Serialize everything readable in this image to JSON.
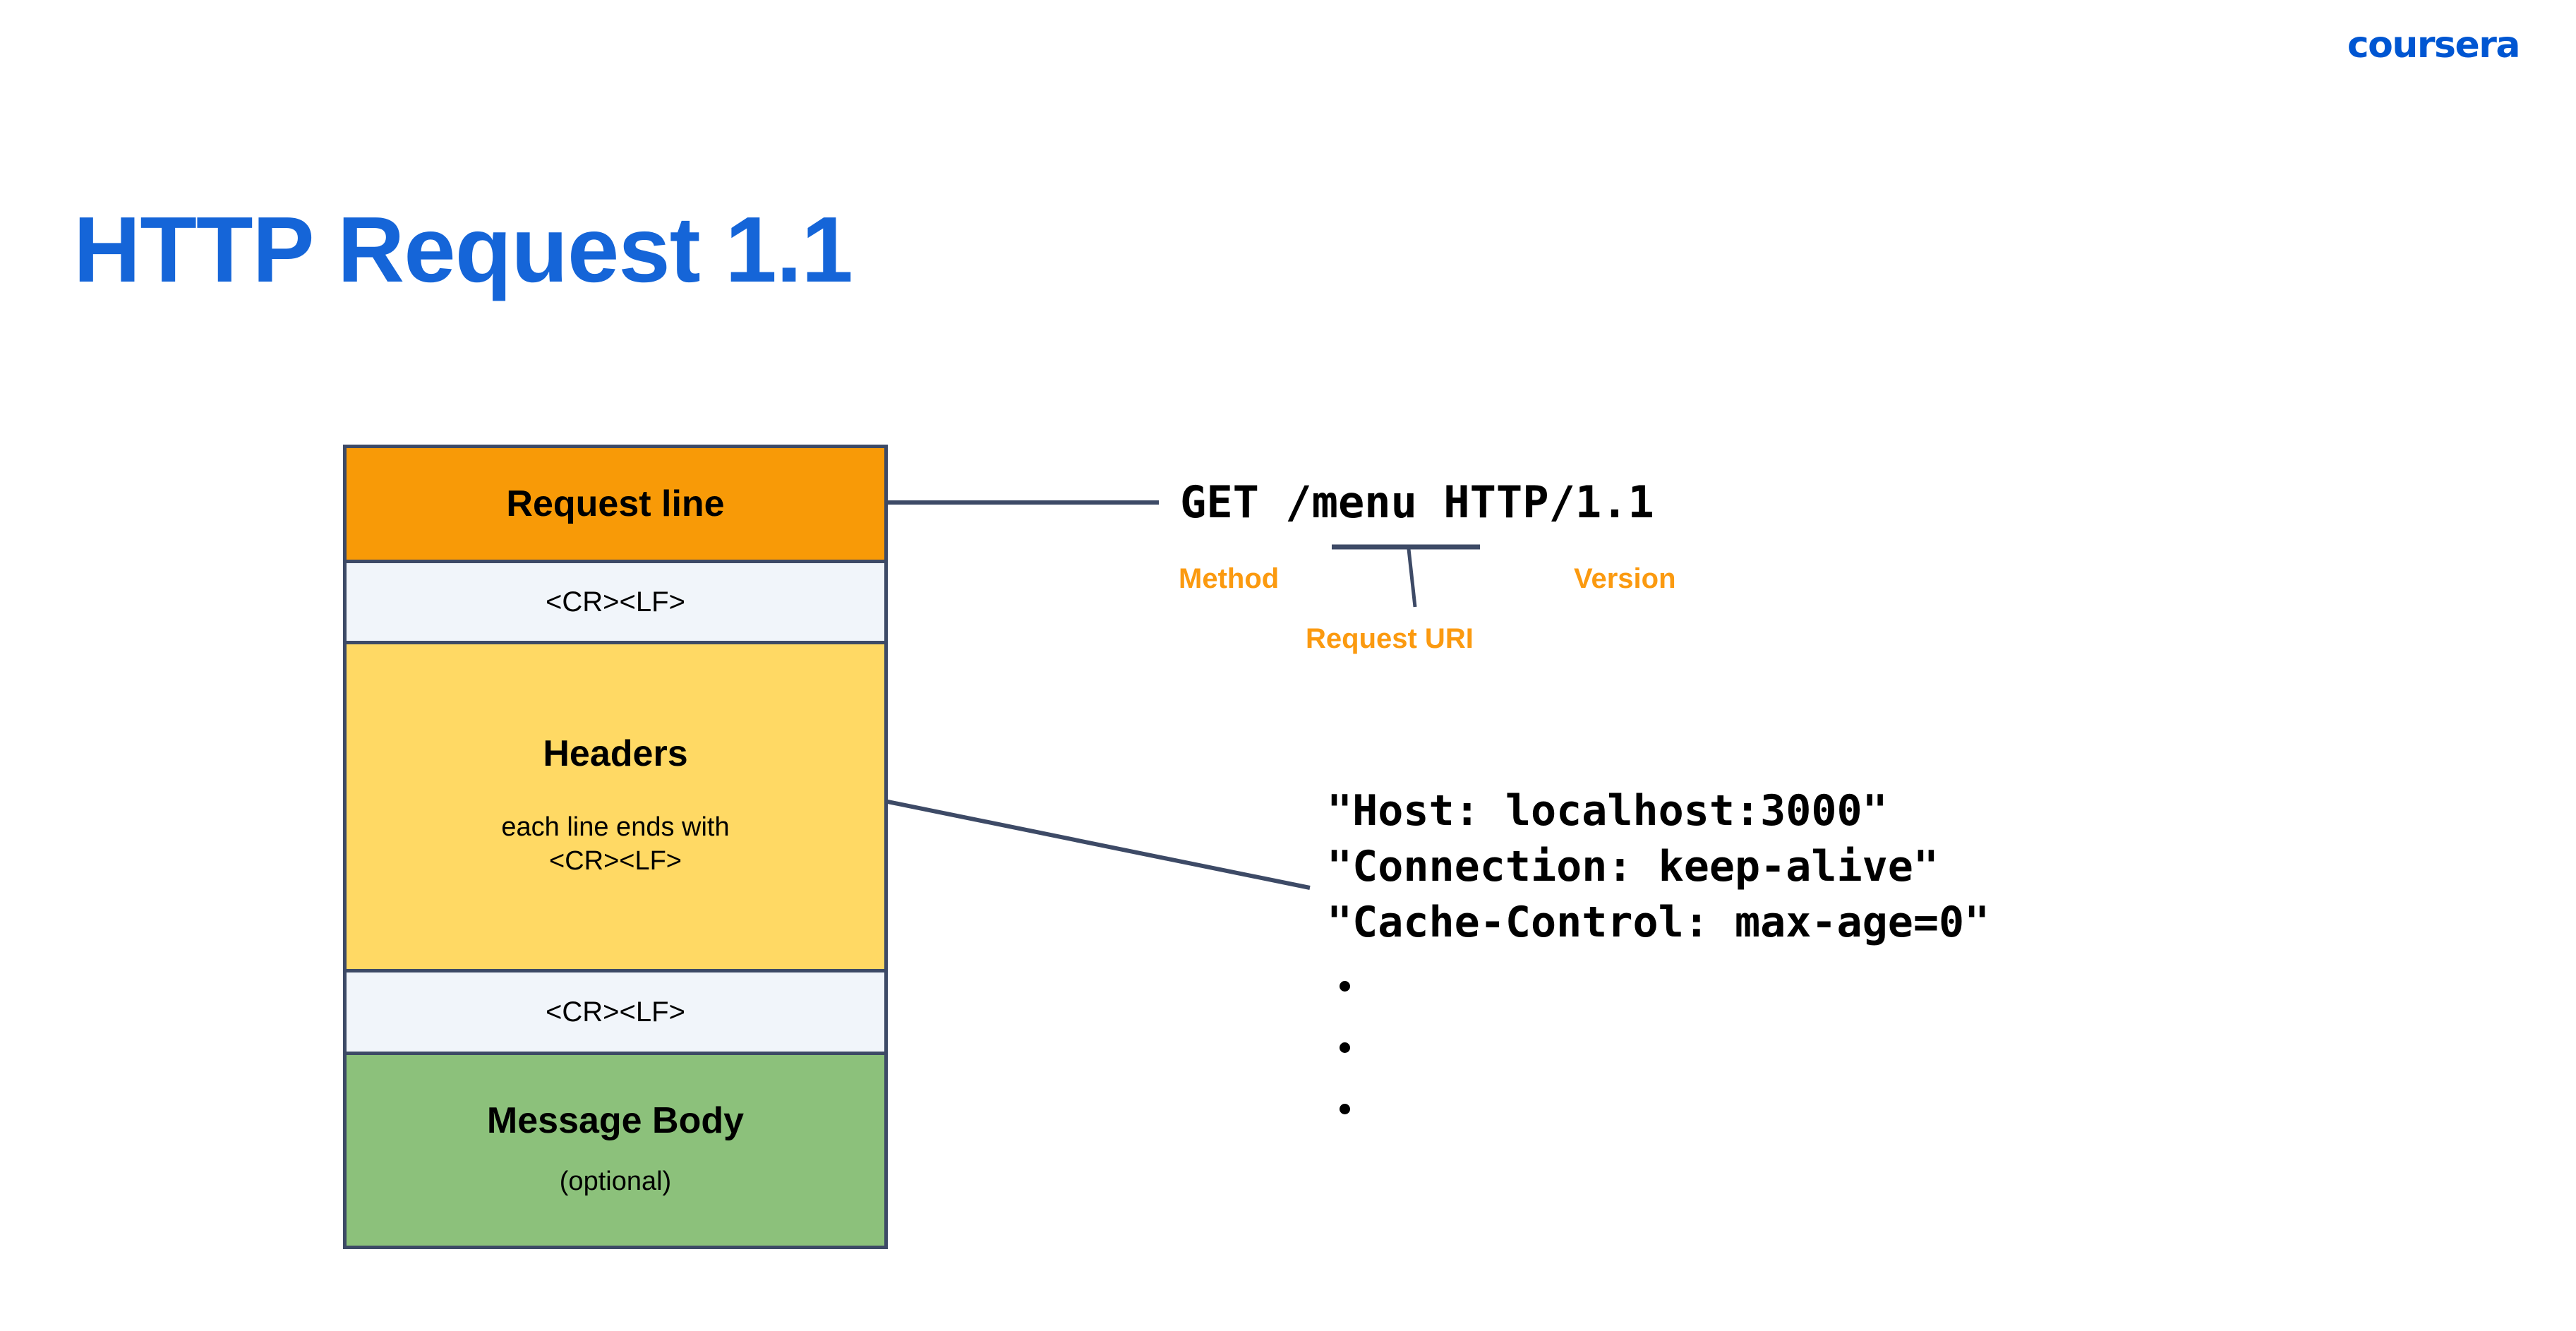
{
  "brand": {
    "name": "coursera",
    "color": "#0056d2"
  },
  "slide": {
    "title": "HTTP Request 1.1",
    "title_color": "#1565d8"
  },
  "diagram": {
    "name": "http-request-message-structure",
    "border_color": "#3d4a66",
    "segments": [
      {
        "id": "request-line",
        "title": "Request line",
        "subtitle": "",
        "fill": "#f89a07",
        "bold": true
      },
      {
        "id": "crlf-1",
        "title": "<CR><LF>",
        "subtitle": "",
        "fill": "#f1f5fa",
        "bold": false
      },
      {
        "id": "headers",
        "title": "Headers",
        "subtitle_line1": "each line ends with",
        "subtitle_line2": "<CR><LF>",
        "fill": "#ffd964",
        "bold": true
      },
      {
        "id": "crlf-2",
        "title": "<CR><LF>",
        "subtitle": "",
        "fill": "#f1f5fa",
        "bold": false
      },
      {
        "id": "message-body",
        "title": "Message Body",
        "subtitle": "(optional)",
        "fill": "#8cc17b",
        "bold": true
      }
    ]
  },
  "request_line_callout": {
    "code": "GET /menu HTTP/1.1",
    "annotations": [
      {
        "id": "method",
        "label": "Method",
        "color": "#fb9a10"
      },
      {
        "id": "request-uri",
        "label": "Request URI",
        "color": "#fb9a10"
      },
      {
        "id": "version",
        "label": "Version",
        "color": "#fb9a10"
      }
    ]
  },
  "headers_callout": {
    "lines": [
      "\"Host: localhost:3000\"",
      "\"Connection: keep-alive\"",
      "\"Cache-Control: max-age=0\""
    ],
    "ellipsis": "..."
  }
}
